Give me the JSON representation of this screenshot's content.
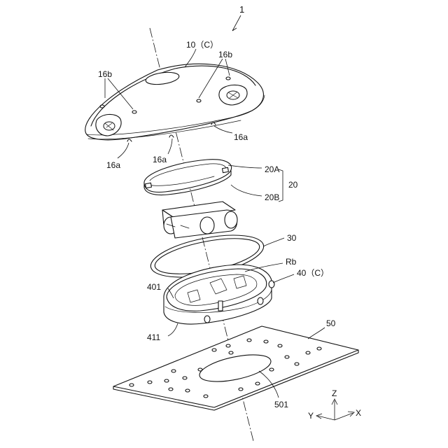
{
  "labels": {
    "assembly": "1",
    "cover": "10（C）",
    "hole_top_left": "16b",
    "hole_top_right": "16b",
    "notch_left": "16a",
    "notch_center": "16a",
    "notch_right": "16a",
    "part_20a": "20A",
    "part_20b": "20B",
    "part_20": "20",
    "ring": "30",
    "rb": "Rb",
    "base": "40（C）",
    "base_401": "401",
    "base_411": "411",
    "plate": "50",
    "plate_hole": "501"
  },
  "axes": {
    "x": "X",
    "y": "Y",
    "z": "Z"
  },
  "icons": {
    "axis_triad": "xyz-axis-icon",
    "battery": "battery-pack-icon"
  }
}
